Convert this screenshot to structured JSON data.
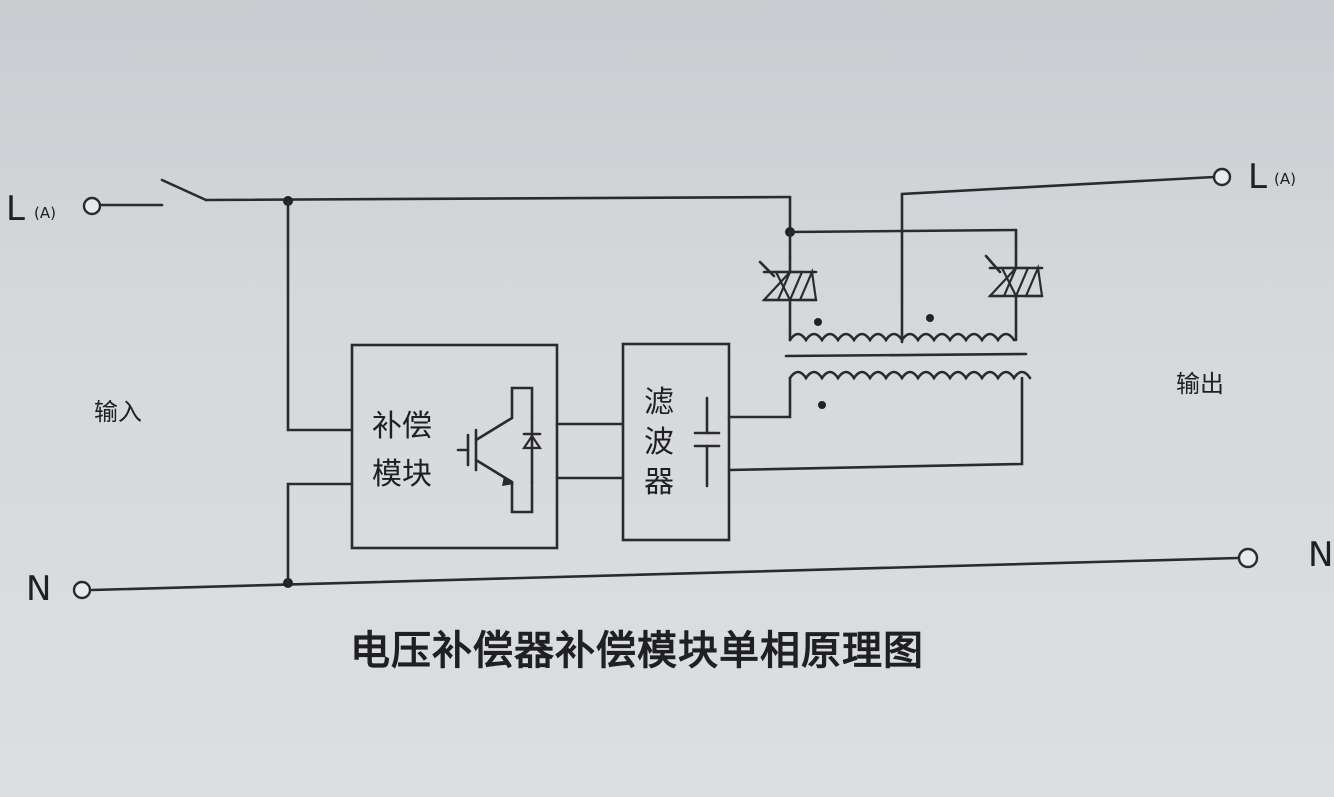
{
  "terminals": {
    "input_live": "L",
    "input_live_sub": "(A)",
    "output_live": "L",
    "output_live_sub": "(A)",
    "input_neutral": "N",
    "output_neutral": "N"
  },
  "side_labels": {
    "input": "输入",
    "output": "输出"
  },
  "blocks": {
    "compensation_module": [
      "补偿",
      "模块"
    ],
    "filter": [
      "滤",
      "波",
      "器"
    ]
  },
  "caption": "电压补偿器补偿模块单相原理图"
}
